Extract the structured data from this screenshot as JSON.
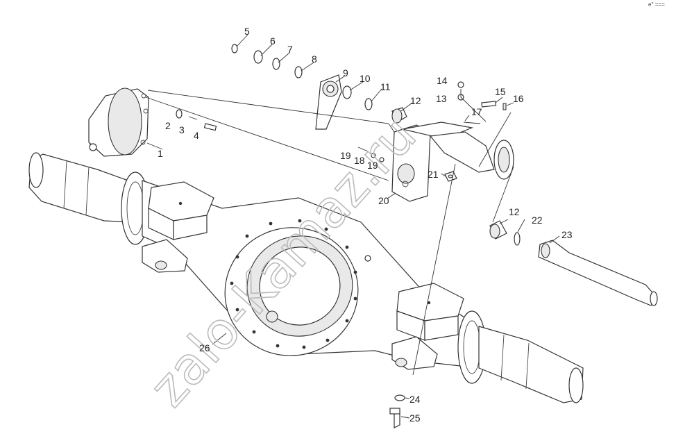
{
  "diagram": {
    "corner_mark": "e° ===",
    "watermark": "zalo-Kamaz.ru",
    "callouts": [
      {
        "id": "c1",
        "text": "1"
      },
      {
        "id": "c2",
        "text": "2"
      },
      {
        "id": "c3",
        "text": "3"
      },
      {
        "id": "c4",
        "text": "4"
      },
      {
        "id": "c5",
        "text": "5"
      },
      {
        "id": "c6",
        "text": "6"
      },
      {
        "id": "c7",
        "text": "7"
      },
      {
        "id": "c8",
        "text": "8"
      },
      {
        "id": "c9",
        "text": "9"
      },
      {
        "id": "c10",
        "text": "10"
      },
      {
        "id": "c11",
        "text": "11"
      },
      {
        "id": "c12a",
        "text": "12"
      },
      {
        "id": "c13",
        "text": "13"
      },
      {
        "id": "c14",
        "text": "14"
      },
      {
        "id": "c15",
        "text": "15"
      },
      {
        "id": "c16",
        "text": "16"
      },
      {
        "id": "c17",
        "text": "17"
      },
      {
        "id": "c18",
        "text": "18"
      },
      {
        "id": "c19a",
        "text": "19"
      },
      {
        "id": "c19b",
        "text": "19"
      },
      {
        "id": "c20",
        "text": "20"
      },
      {
        "id": "c21",
        "text": "21"
      },
      {
        "id": "c12b",
        "text": "12"
      },
      {
        "id": "c22",
        "text": "22"
      },
      {
        "id": "c23",
        "text": "23"
      },
      {
        "id": "c24",
        "text": "24"
      },
      {
        "id": "c25",
        "text": "25"
      },
      {
        "id": "c26",
        "text": "26"
      }
    ]
  }
}
